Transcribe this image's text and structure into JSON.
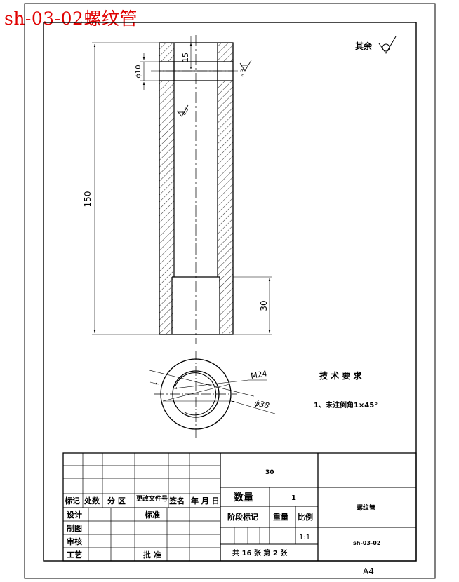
{
  "doc_title": "sh-03-02螺纹管",
  "surface_note": {
    "label": "其余"
  },
  "dimensions": {
    "hole_offset": "15",
    "hole_diameter": "ϕ10",
    "roughness_top": "6.3",
    "roughness_bore": "6.3",
    "overall_length": "150",
    "counterbore_depth": "30",
    "thread": "M24",
    "outer_diameter": "ϕ38"
  },
  "tech_requirements": {
    "heading": "技 术 要 求",
    "items": [
      "1、未注倒角1×45°"
    ]
  },
  "title_block": {
    "material": "30",
    "quantity_label": "数量",
    "quantity_value": "1",
    "part_name": "螺纹管",
    "drawing_number": "sh-03-02",
    "scale": "1:1",
    "sheet_info": "共 16 张   第 2 张",
    "headers": {
      "mark": "标记",
      "count": "处数",
      "zone": "分 区",
      "change_doc": "更改文件号",
      "signature": "签名",
      "date": "年 月 日"
    },
    "roles": {
      "design": "设计",
      "drawing": "制图",
      "review": "审核",
      "process": "工艺",
      "standardization": "标准",
      "approval": "批 准"
    },
    "stage_label": "阶段标记",
    "weight_label": "重量",
    "scale_label": "比例"
  },
  "paper_size": "A4"
}
